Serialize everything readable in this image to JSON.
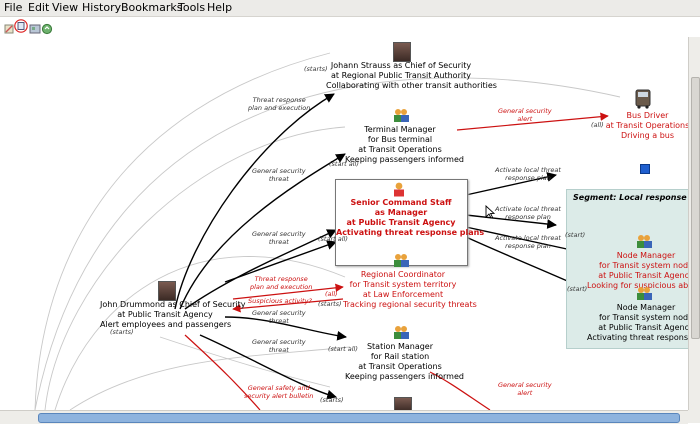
{
  "menu": [
    "File",
    "Edit",
    "View",
    "History",
    "Bookmarks",
    "Tools",
    "Help"
  ],
  "nodes": {
    "strauss": [
      "Johann Strauss as Chief of Security",
      "at Regional Public Transit Authority",
      "Collaborating with other transit authorities"
    ],
    "terminal": [
      "Terminal Manager",
      "for Bus terminal",
      "at Transit Operations",
      "Keeping passengers informed"
    ],
    "senior": [
      "Senior Command Staff",
      "as Manager",
      "at Public Transit Agency",
      "Activating threat response plans"
    ],
    "coordinator": [
      "Regional Coordinator",
      "for Transit system territory",
      "at Law Enforcement",
      "Tracking regional security threats"
    ],
    "station": [
      "Station Manager",
      "for Rail station",
      "at Transit Operations",
      "Keeping passengers informed"
    ],
    "drummond": [
      "John Drummond as Chief of Security",
      "at Public Transit Agency",
      "Alert employees and passengers"
    ],
    "bus": [
      "Bus Driver",
      "at Transit Operations",
      "Driving a bus"
    ],
    "node1": [
      "Node Manager",
      "for Transit system node",
      "at Public Transit Agency",
      "Looking for suspicious absente"
    ],
    "node2": [
      "Node Manager",
      "for Transit system node",
      "at Public Transit Agency",
      "Activating threat response pla"
    ]
  },
  "segment_title": "Segment: Local response plan ac",
  "edges": {
    "threat_plan": [
      "Threat response",
      "plan and execution"
    ],
    "general_threat": [
      "General security",
      "threat"
    ],
    "general_alert": [
      "General security",
      "alert"
    ],
    "activate_local": [
      "Activate local threat",
      "response plan"
    ],
    "threat_plan_red": [
      "Threat response",
      "plan and execution"
    ],
    "suspicious": "Suspicious activity?",
    "safety_bulletin": [
      "General safety and",
      "security alert bulletin"
    ],
    "starts": "(starts)",
    "start_all": "(start all)",
    "all": "(all)",
    "start": "(start)"
  },
  "colors": {
    "red": "#cc1111",
    "black": "#000000",
    "grey": "#bbbbbb",
    "segment": "#dcebe8",
    "scroll_thumb": "#8eb3de"
  }
}
